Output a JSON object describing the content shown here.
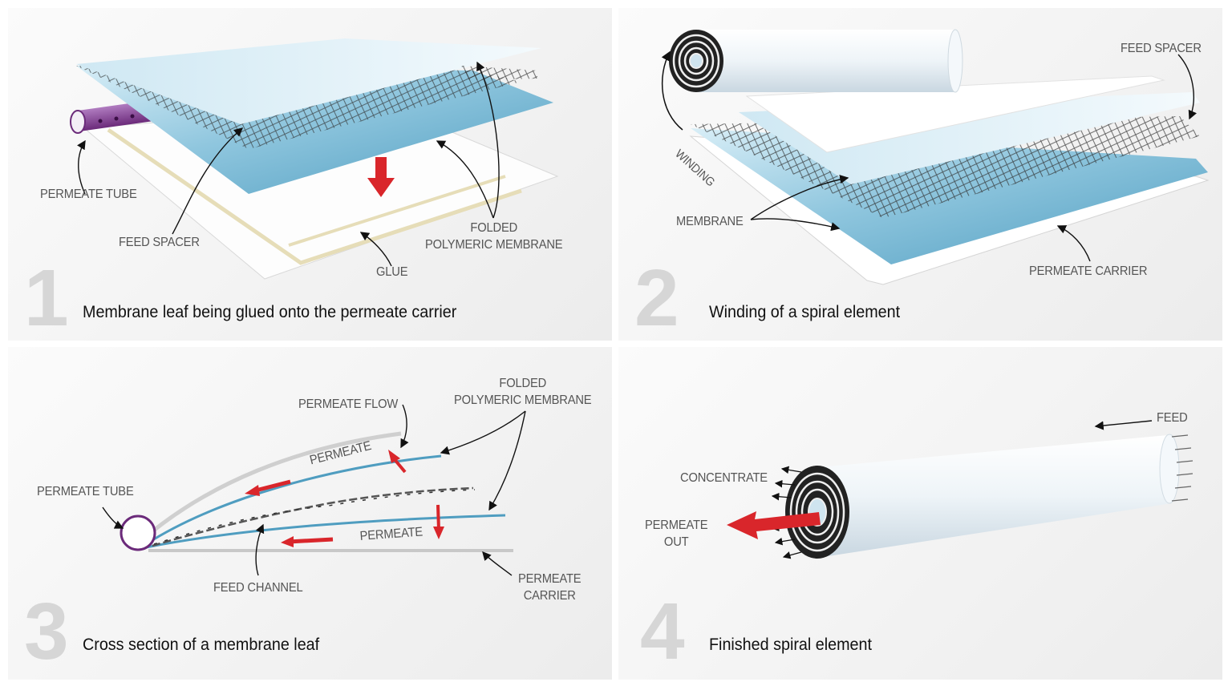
{
  "panels": [
    {
      "number": "1",
      "caption": "Membrane leaf being glued onto the permeate carrier",
      "labels": {
        "permeate_tube": "PERMEATE TUBE",
        "feed_spacer": "FEED SPACER",
        "glue": "GLUE",
        "folded_line1": "FOLDED",
        "folded_line2": "POLYMERIC MEMBRANE"
      }
    },
    {
      "number": "2",
      "caption": "Winding of a spiral element",
      "labels": {
        "feed_spacer": "FEED SPACER",
        "winding": "WINDING",
        "membrane": "MEMBRANE",
        "permeate_carrier": "PERMEATE CARRIER"
      }
    },
    {
      "number": "3",
      "caption": "Cross section of a membrane leaf",
      "labels": {
        "permeate_flow": "PERMEATE FLOW",
        "folded_line1": "FOLDED",
        "folded_line2": "POLYMERIC MEMBRANE",
        "permeate_tube": "PERMEATE TUBE",
        "permeate_upper": "PERMEATE",
        "permeate_lower": "PERMEATE",
        "feed_channel": "FEED CHANNEL",
        "carrier_line1": "PERMEATE",
        "carrier_line2": "CARRIER"
      }
    },
    {
      "number": "4",
      "caption": "Finished spiral element",
      "labels": {
        "feed": "FEED",
        "concentrate": "CONCENTRATE",
        "permeate_out_line1": "PERMEATE",
        "permeate_out_line2": "OUT"
      }
    }
  ],
  "colors": {
    "membrane_blue": "#6fb2cf",
    "arrow_red": "#d9262b",
    "tube_purple": "#6b2a7a",
    "glue_yellow": "#e6ddb8",
    "label_gray": "#555555",
    "number_gray": "#d6d6d6"
  }
}
